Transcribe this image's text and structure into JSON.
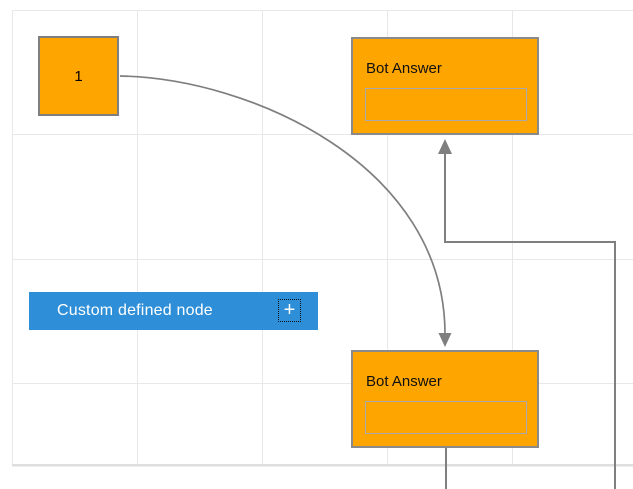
{
  "nodes": {
    "start_node": {
      "label": "1"
    },
    "bot_answer_top": {
      "title": "Bot Answer"
    },
    "bot_answer_bottom": {
      "title": "Bot Answer"
    },
    "custom_node": {
      "label": "Custom defined node",
      "add_icon": "+"
    }
  },
  "colors": {
    "node_orange": "#FFA500",
    "node_border_gray": "#8A8A8A",
    "start_node_border": "#7F7F7F",
    "answer_box_border": "#A9A9A9",
    "custom_node_blue": "#2E8FD8",
    "custom_node_text": "#FFFFFF",
    "connector_gray": "#7F7F7F",
    "grid_line": "#E8E8E8",
    "grid_boundary": "#DEDEDE",
    "canvas_background": "#FFFFFF"
  }
}
